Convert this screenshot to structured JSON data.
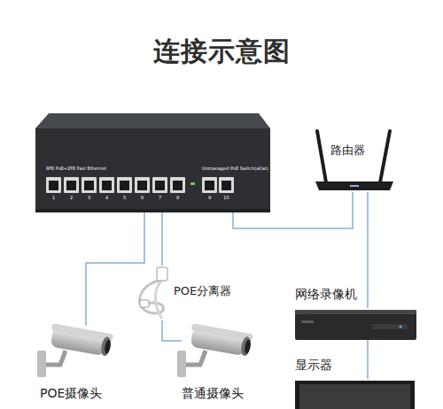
{
  "diagram": {
    "title": "连接示意图",
    "nodes": [
      {
        "text": [
          "8FE PoE+2FE Fast Ethernet",
          "Unmanaged PoE Switch(af/at)"
        ]
      },
      {
        "text": [
          "路由器"
        ]
      },
      {
        "text": [
          "POE分离器"
        ]
      },
      {
        "text": [
          "网络录像机"
        ]
      },
      {
        "text": [
          "POE摄像头"
        ]
      },
      {
        "text": [
          "普通摄像头"
        ]
      },
      {
        "text": [
          "显示器"
        ]
      }
    ],
    "edges": [
      {
        "from": 0,
        "to": 4,
        "arrow": "none"
      },
      {
        "from": 0,
        "to": 2,
        "arrow": "none"
      },
      {
        "from": 2,
        "to": 5,
        "arrow": "none"
      },
      {
        "from": 0,
        "to": 1,
        "arrow": "none"
      },
      {
        "from": 1,
        "to": 3,
        "arrow": "none"
      },
      {
        "from": 3,
        "to": 6,
        "arrow": "none"
      }
    ],
    "labels": [
      "1",
      "2",
      "3",
      "4",
      "5",
      "6",
      "7",
      "8",
      "9",
      "10"
    ]
  }
}
